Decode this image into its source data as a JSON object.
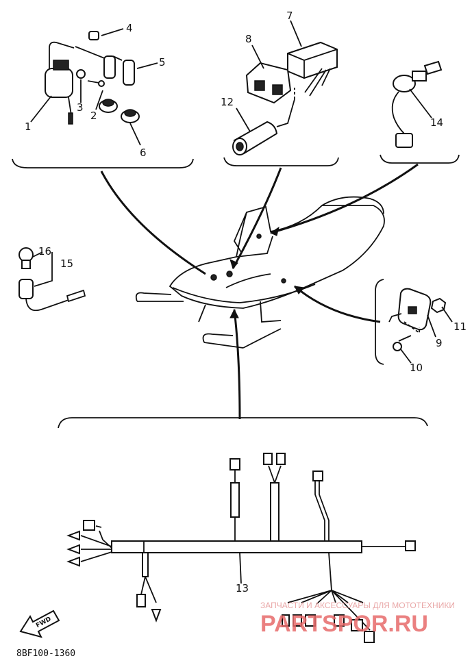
{
  "callouts": [
    {
      "id": "1",
      "text": "1"
    },
    {
      "id": "2",
      "text": "2"
    },
    {
      "id": "3",
      "text": "3"
    },
    {
      "id": "4",
      "text": "4"
    },
    {
      "id": "5",
      "text": "5"
    },
    {
      "id": "6",
      "text": "6"
    },
    {
      "id": "7",
      "text": "7"
    },
    {
      "id": "8",
      "text": "8"
    },
    {
      "id": "9",
      "text": "9"
    },
    {
      "id": "10",
      "text": "10"
    },
    {
      "id": "11",
      "text": "11"
    },
    {
      "id": "12",
      "text": "12"
    },
    {
      "id": "13",
      "text": "13"
    },
    {
      "id": "14",
      "text": "14"
    },
    {
      "id": "15",
      "text": "15"
    },
    {
      "id": "16",
      "text": "16"
    }
  ],
  "fwd_label": "FWD",
  "diagram_code": "8BF100-1360",
  "watermark": {
    "line1": "ЗАПЧАСТИ И АКСЕССУАРЫ ДЛЯ МОТОТЕХНИКИ",
    "line2": "PARTSPOR.RU"
  }
}
